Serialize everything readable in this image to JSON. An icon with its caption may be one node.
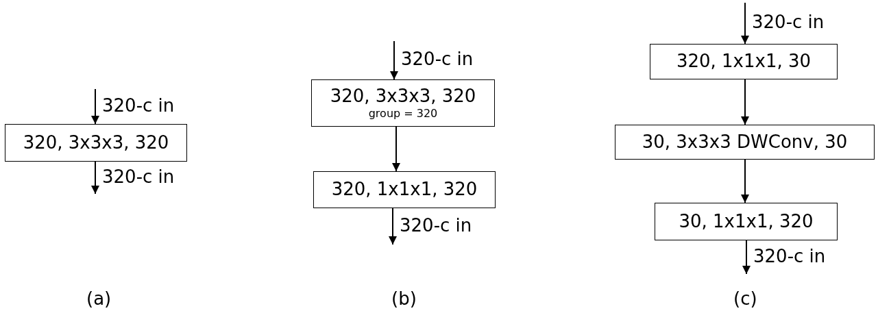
{
  "diagram": {
    "nodes": [
      {
        "text": [
          "320, 3x3x3, 320"
        ]
      },
      {
        "text": [
          "320, 3x3x3, 320",
          "group = 320"
        ]
      },
      {
        "text": [
          "320, 1x1x1, 320"
        ]
      },
      {
        "text": [
          "320, 1x1x1, 30"
        ]
      },
      {
        "text": [
          "30, 3x3x3 DWConv, 30"
        ]
      },
      {
        "text": [
          "30, 1x1x1, 320"
        ]
      }
    ],
    "edges": [
      {
        "from": null,
        "to": 0,
        "arrow": "to",
        "label": "320-c in"
      },
      {
        "from": 0,
        "to": null,
        "arrow": "to",
        "label": "320-c in"
      },
      {
        "from": null,
        "to": 1,
        "arrow": "to",
        "label": "320-c in"
      },
      {
        "from": 1,
        "to": 2,
        "arrow": "to"
      },
      {
        "from": 2,
        "to": null,
        "arrow": "to",
        "label": "320-c in"
      },
      {
        "from": null,
        "to": 3,
        "arrow": "to",
        "label": "320-c in"
      },
      {
        "from": 3,
        "to": 4,
        "arrow": "to"
      },
      {
        "from": 4,
        "to": 5,
        "arrow": "to"
      },
      {
        "from": 5,
        "to": null,
        "arrow": "to",
        "label": "320-c in"
      }
    ],
    "labels": [
      "(a)",
      "(b)",
      "(c)"
    ]
  }
}
